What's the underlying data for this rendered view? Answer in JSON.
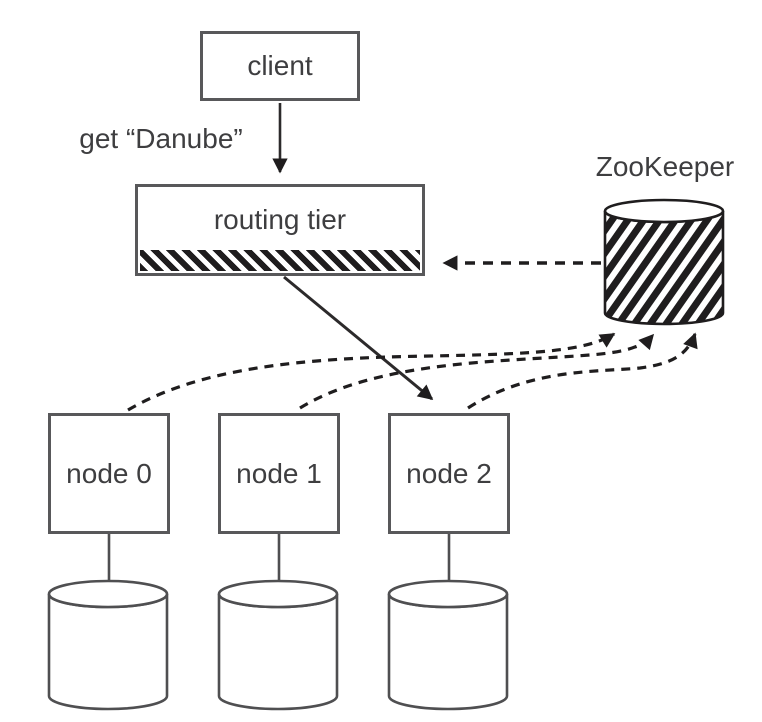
{
  "diagram": {
    "kind": "partitioned-database-routing-architecture",
    "labels": {
      "client": "client",
      "request": "get “Danube”",
      "routing_tier": "routing tier",
      "zookeeper": "ZooKeeper",
      "nodes": [
        "node 0",
        "node 1",
        "node 2"
      ]
    },
    "colors": {
      "ink": "#1f1d1e",
      "box_border": "#58585a",
      "text": "#3e3e40",
      "background": "#ffffff"
    },
    "icons": {
      "zookeeper_store": "striped-cylinder-icon",
      "node_store": "cylinder-icon"
    },
    "edges": [
      {
        "from": "client",
        "to": "routing_tier",
        "style": "solid",
        "label": "get “Danube”"
      },
      {
        "from": "routing_tier",
        "to": "node 2",
        "style": "solid",
        "label": ""
      },
      {
        "from": "zookeeper",
        "to": "routing_tier",
        "style": "dashed",
        "label": ""
      },
      {
        "from": "node 0",
        "to": "zookeeper",
        "style": "dashed",
        "label": ""
      },
      {
        "from": "node 1",
        "to": "zookeeper",
        "style": "dashed",
        "label": ""
      },
      {
        "from": "node 2",
        "to": "zookeeper",
        "style": "dashed",
        "label": ""
      }
    ]
  }
}
